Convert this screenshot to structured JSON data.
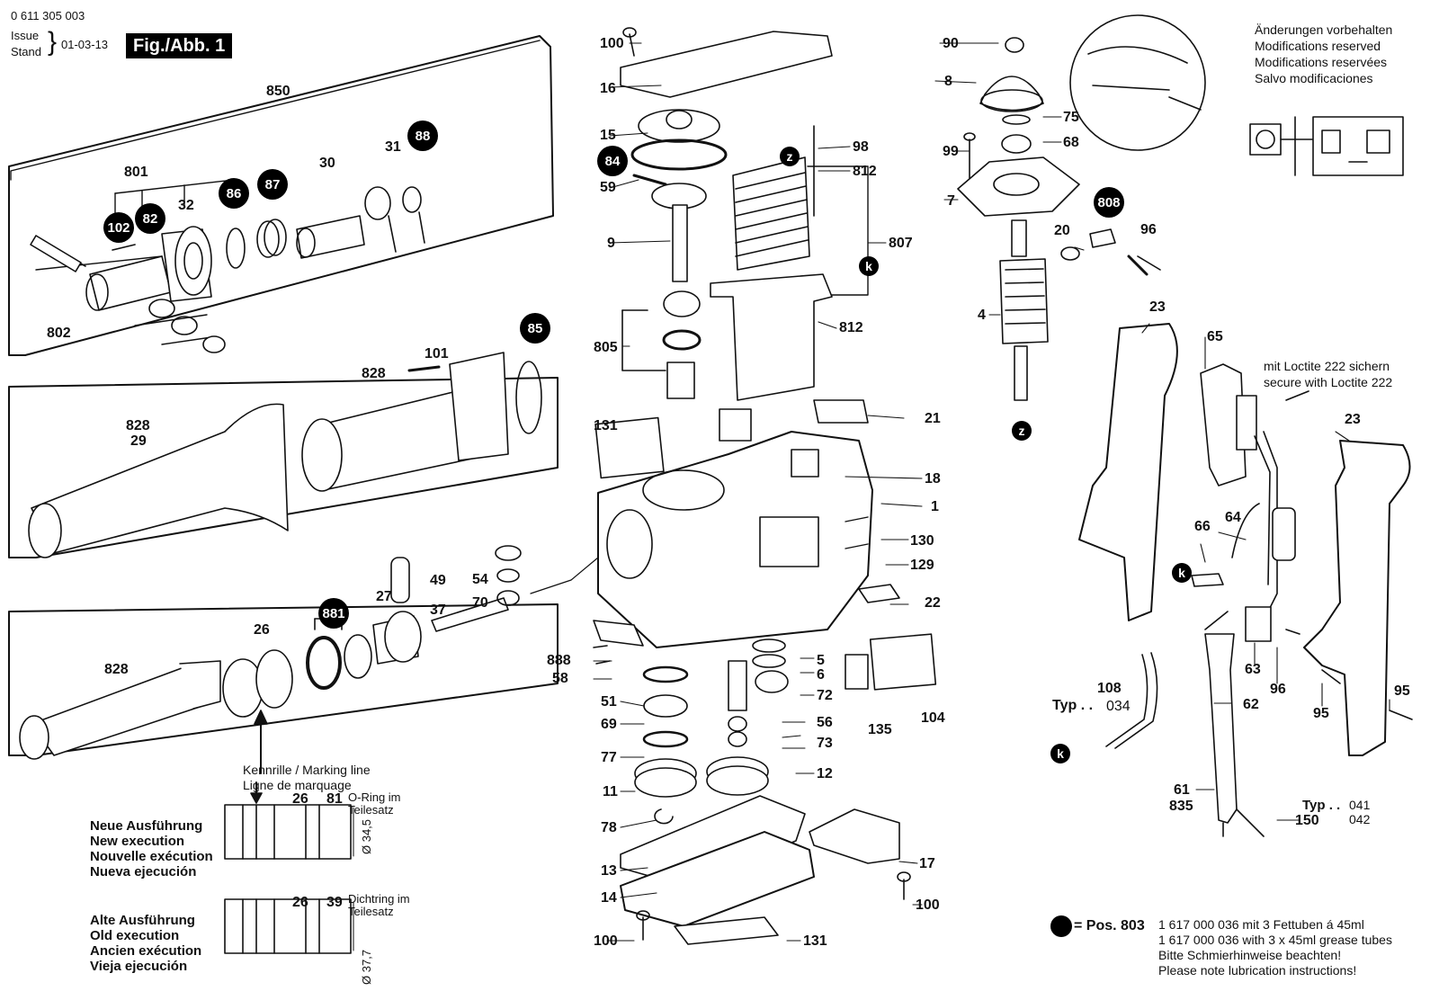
{
  "header": {
    "doc_number": "0 611 305 003",
    "issue_label": "Issue",
    "stand_label": "Stand",
    "issue_date": "01-03-13",
    "figure_label": "Fig./Abb. 1"
  },
  "notice": [
    "Änderungen vorbehalten",
    "Modifications reserved",
    "Modifications reservées",
    "Salvo modificaciones"
  ],
  "loctite": [
    "mit Loctite 222 sichern",
    "secure with Loctite 222"
  ],
  "marking": [
    "Kennrille / Marking line",
    "Ligne de marquage"
  ],
  "new_exec": {
    "lines": [
      "Neue Ausführung",
      "New execution",
      "Nouvelle exécution",
      "Nueva ejecución"
    ],
    "num_a": "26",
    "num_b": "81",
    "note": [
      "O-Ring im",
      "Teilesatz"
    ],
    "dim": "Ø 34,5"
  },
  "old_exec": {
    "lines": [
      "Alte Ausführung",
      "Old execution",
      "Ancien exécution",
      "Vieja ejecución"
    ],
    "num_a": "26",
    "num_b": "39",
    "note": [
      "Dichtring im",
      "Teilesatz"
    ],
    "dim": "Ø 37,7"
  },
  "grease": {
    "pos_label": "= Pos. 803",
    "lines": [
      "1 617 000 036 mit 3 Fettuben á 45ml",
      "1 617 000 036 with 3 x 45ml grease tubes",
      "Bitte Schmierhinweise beachten!",
      "Please note lubrication instructions!"
    ]
  },
  "typ": {
    "a_label": "Typ . .",
    "a_value": "034",
    "b_label": "Typ . .",
    "b_values": [
      "041",
      "042"
    ]
  },
  "part_labels": {
    "850": "850",
    "801": "801",
    "32": "32",
    "30": "30",
    "31": "31",
    "802": "802",
    "101": "101",
    "828a": "828",
    "828b": "828",
    "29": "29",
    "828c": "828",
    "26": "26",
    "27": "27",
    "49": "49",
    "54": "54",
    "37": "37",
    "70": "70",
    "100a": "100",
    "16": "16",
    "15": "15",
    "59": "59",
    "9": "9",
    "98": "98",
    "812a": "812",
    "807": "807",
    "812b": "812",
    "805": "805",
    "131a": "131",
    "21": "21",
    "18": "18",
    "1": "1",
    "130": "130",
    "129": "129",
    "22": "22",
    "888": "888",
    "58": "58",
    "5": "5",
    "6": "6",
    "72": "72",
    "56": "56",
    "73": "73",
    "12": "12",
    "51": "51",
    "69": "69",
    "77": "77",
    "11": "11",
    "78": "78",
    "13": "13",
    "14": "14",
    "17": "17",
    "100b": "100",
    "100c": "100",
    "131b": "131",
    "135": "135",
    "104": "104",
    "90": "90",
    "8": "8",
    "75": "75",
    "99": "99",
    "68": "68",
    "7": "7",
    "20": "20",
    "96a": "96",
    "4": "4",
    "23a": "23",
    "65": "65",
    "23b": "23",
    "66": "66",
    "64": "64",
    "63": "63",
    "96b": "96",
    "95a": "95",
    "95b": "95",
    "108": "108",
    "62": "62",
    "61": "61",
    "835": "835",
    "150": "150"
  },
  "badges": {
    "102": "102",
    "82": "82",
    "86": "86",
    "87": "87",
    "88": "88",
    "85": "85",
    "881": "881",
    "84": "84",
    "808": "808",
    "z1": "z",
    "k1": "k",
    "z2": "z",
    "k2": "k",
    "k3": "k"
  }
}
